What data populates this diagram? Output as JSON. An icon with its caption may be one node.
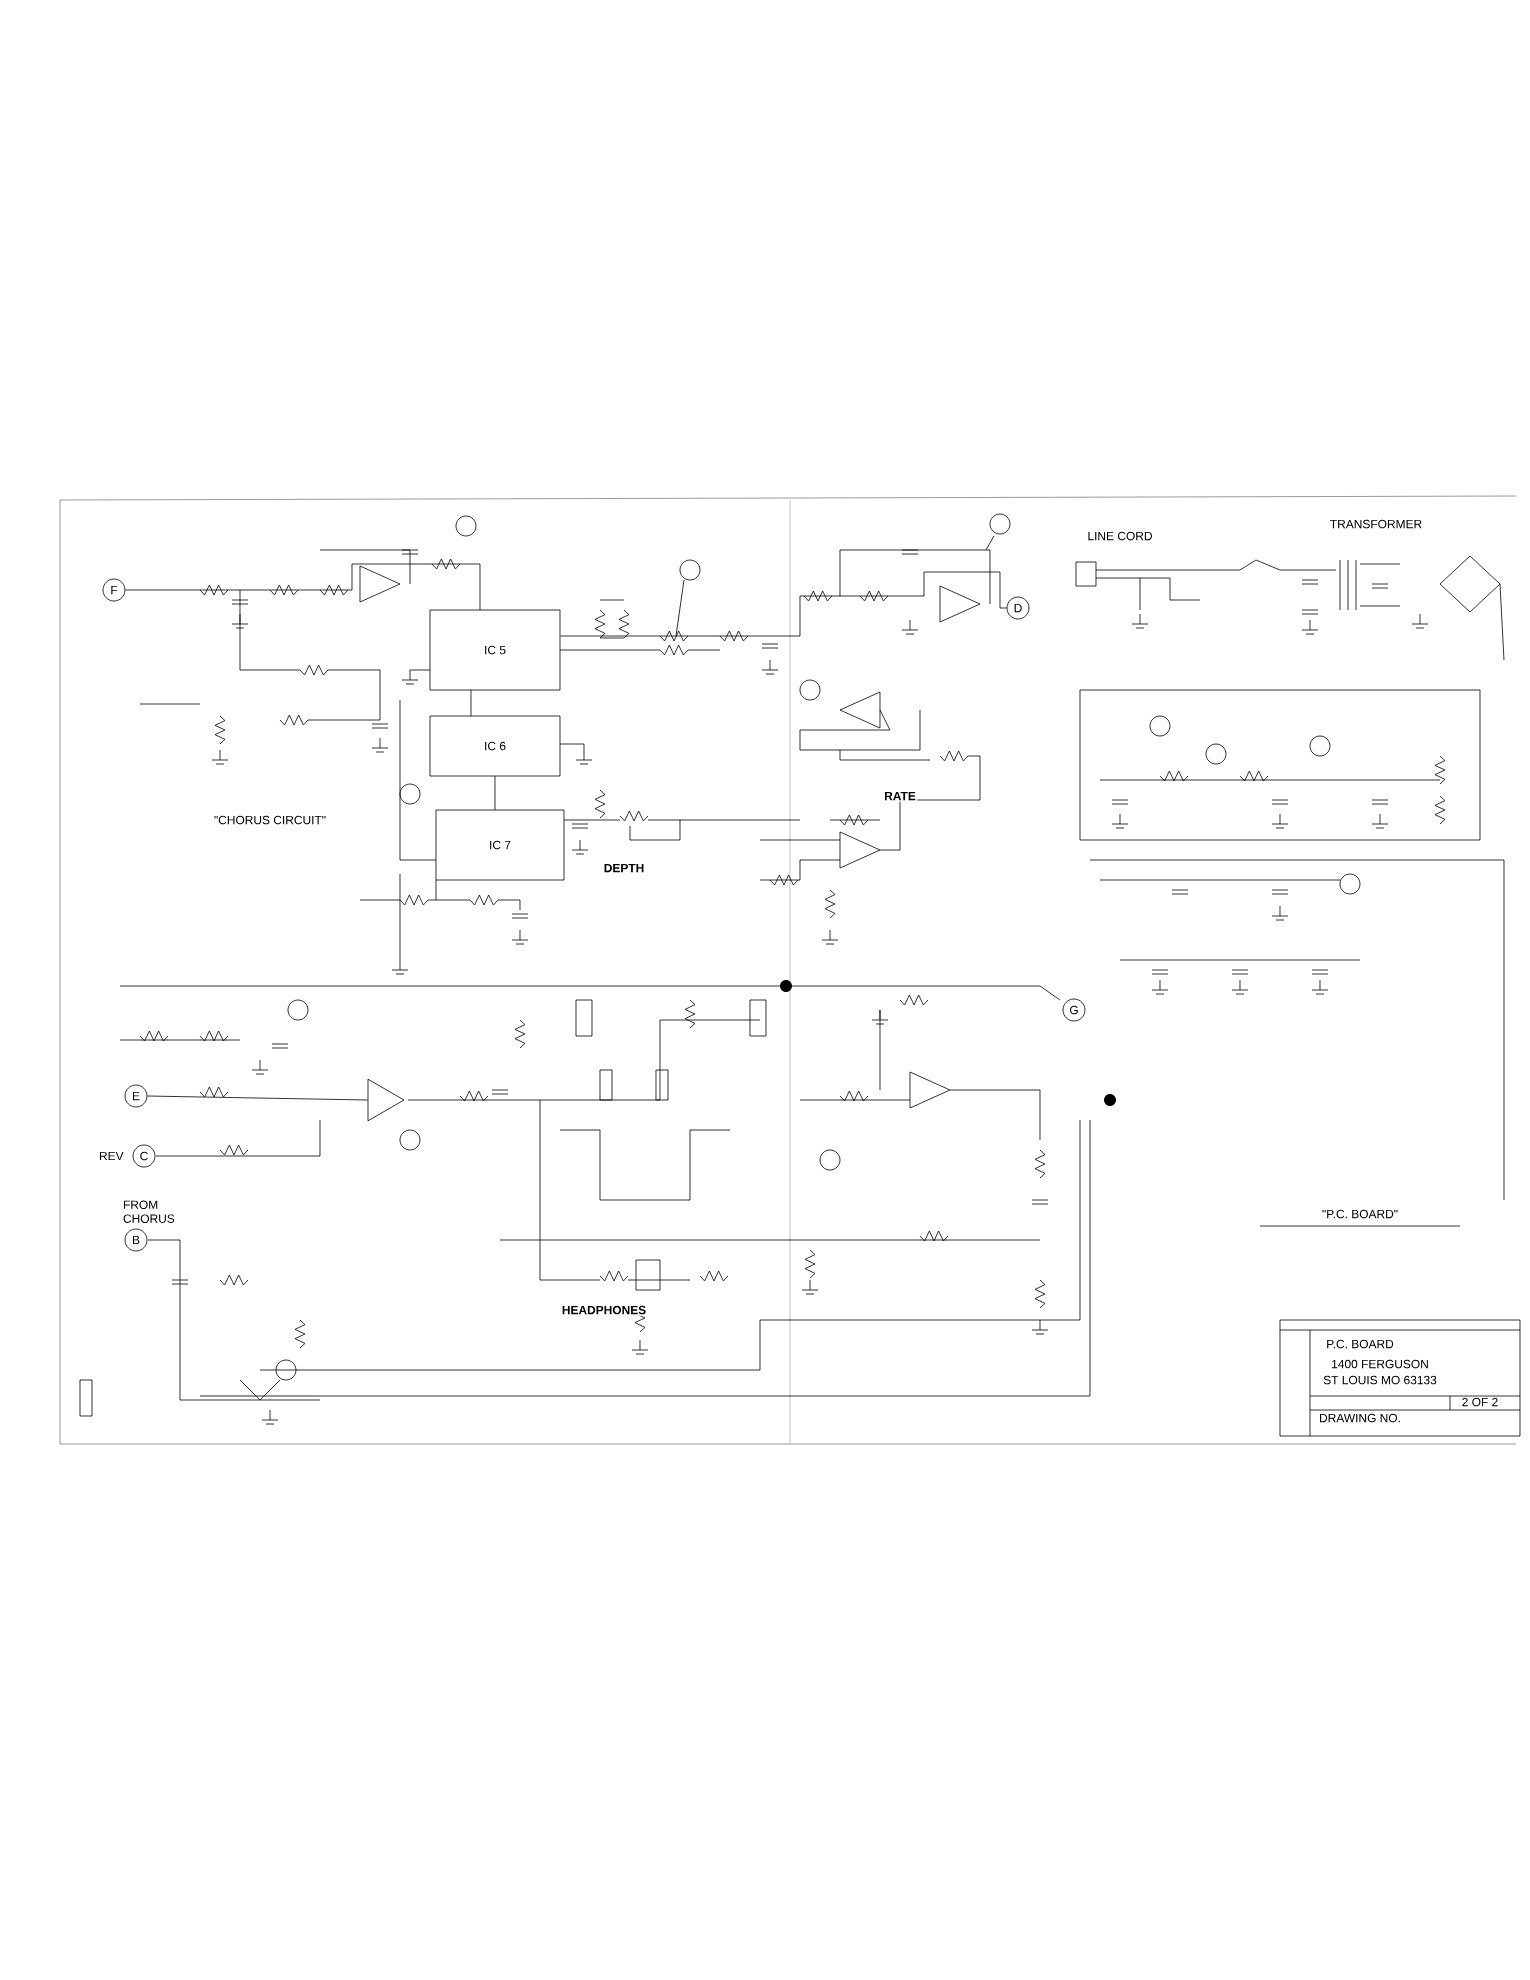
{
  "diagram": {
    "nodes": [
      {
        "text": [
          "F"
        ]
      },
      {
        "text": [
          "IC 5"
        ]
      },
      {
        "text": [
          "IC 6"
        ]
      },
      {
        "text": [
          "IC 7"
        ]
      },
      {
        "text": [
          "D"
        ]
      },
      {
        "text": [
          "E"
        ]
      },
      {
        "text": [
          "C"
        ],
        "beside": [
          "REV"
        ]
      },
      {
        "text": [
          "B"
        ],
        "beside": [
          "FROM CHORUS"
        ]
      },
      {
        "text": [
          "G"
        ]
      },
      {
        "text": [],
        "shape": "triangle"
      }
    ],
    "edges": [
      {
        "from": 1,
        "to": 2,
        "arrow": "none"
      },
      {
        "from": 2,
        "to": 3,
        "arrow": "none"
      },
      {
        "from": 1,
        "to": 4,
        "arrow": "none"
      },
      {
        "from": 0,
        "to": 1,
        "arrow": "none"
      },
      {
        "from": 5,
        "to": 9,
        "arrow": "none"
      }
    ],
    "labels": [
      "\"CHORUS CIRCUIT\"",
      "DEPTH",
      "RATE",
      "LINE CORD",
      "TRANSFORMER",
      "HEADPHONES",
      "\"P.C. BOARD\"",
      "P.C. BOARD",
      "1400 FERGUSON",
      "ST LOUIS MO 63133",
      "2 OF 2",
      "DRAWING NO."
    ]
  }
}
